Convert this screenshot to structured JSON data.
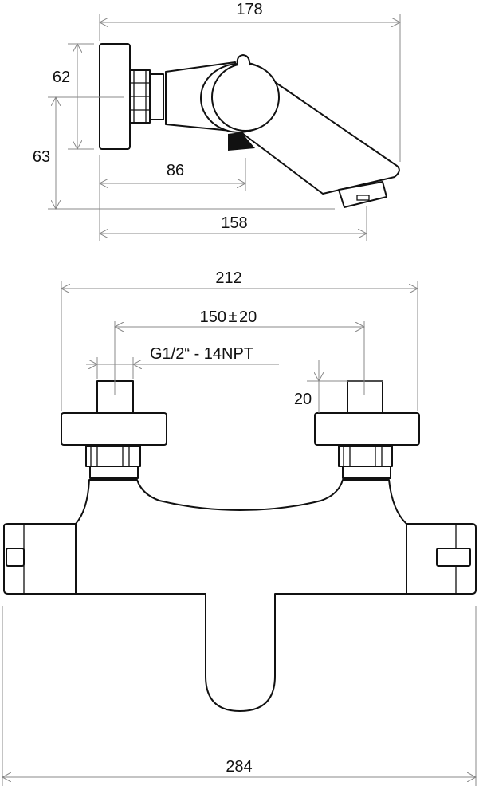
{
  "side_view": {
    "dimensions": {
      "total_depth": "178",
      "plate_height": "62",
      "axis_height": "63",
      "outlet_offset": "86",
      "spout_reach": "158"
    }
  },
  "front_view": {
    "dimensions": {
      "flange_span": "212",
      "inlet_spacing": "150",
      "inlet_tolerance_sign": "±",
      "inlet_tolerance": "20",
      "thread_spec": "G1/2“ - 14NPT",
      "stub_length": "20",
      "overall_width": "284"
    }
  },
  "colors": {
    "line": "#111111",
    "dimension": "#888888",
    "background": "#ffffff"
  }
}
